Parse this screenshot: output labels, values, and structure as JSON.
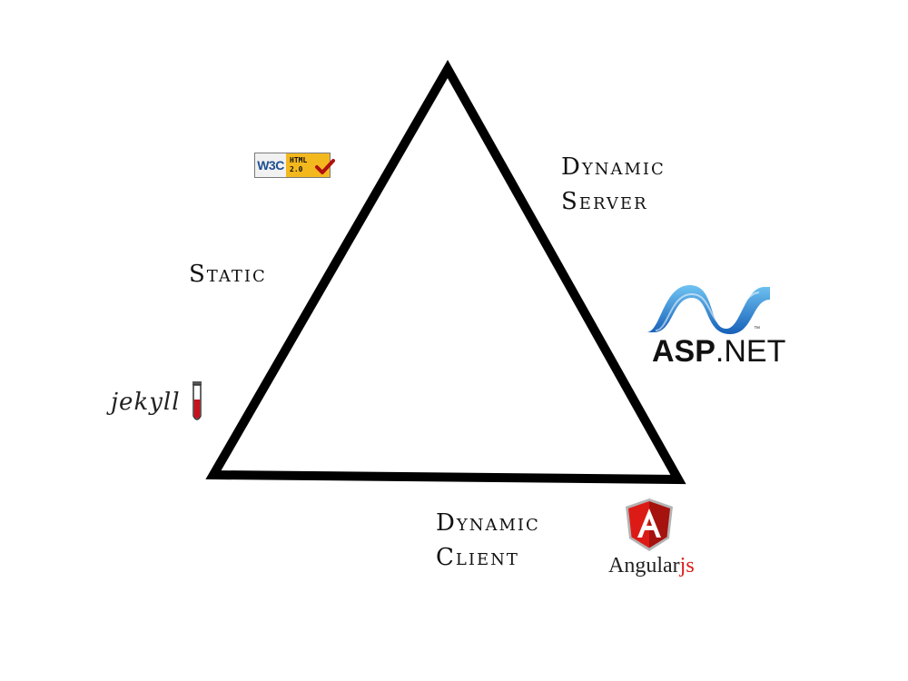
{
  "labels": {
    "static": "Static",
    "dynamic_server_line1": "Dynamic",
    "dynamic_server_line2": "Server",
    "dynamic_client_line1": "Dynamic",
    "dynamic_client_line2": "Client"
  },
  "logos": {
    "w3c": {
      "left_text": "W3C",
      "line1": "HTML",
      "line2": "2.0",
      "icon": "checkmark-icon"
    },
    "jekyll": {
      "text": "jekyll",
      "icon": "test-tube-icon"
    },
    "aspnet": {
      "bold_text": "ASP",
      "rest_text": ".NET",
      "tm": "™"
    },
    "angular": {
      "main_text": "Angular",
      "js_text": "js",
      "shield_letter": "A"
    }
  },
  "colors": {
    "triangle_stroke": "#000000",
    "angular_red": "#dd1b16",
    "asp_blue": "#1f6fc4",
    "w3c_gold": "#f4b81f",
    "w3c_blue": "#1d4f91"
  }
}
